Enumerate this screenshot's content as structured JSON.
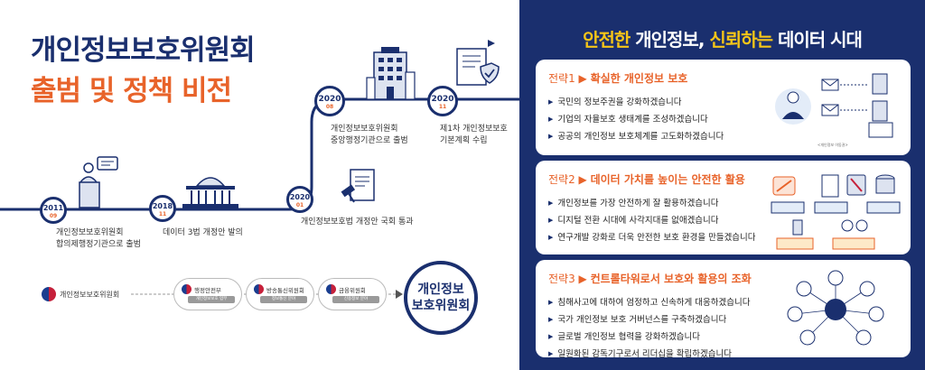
{
  "left": {
    "title_line1": "개인정보보호위원회",
    "title_line2": "출범 및 정책 비전",
    "timeline": [
      {
        "year": "2011",
        "month": "09",
        "label_line1": "개인정보보호위원회",
        "label_line2": "합의제행정기관으로 출범"
      },
      {
        "year": "2018",
        "month": "11",
        "label_line1": "데이터 3법 개정안 발의",
        "label_line2": ""
      },
      {
        "year": "2020",
        "month": "01",
        "label_line1": "개인정보보호법 개정안 국회 통과",
        "label_line2": ""
      },
      {
        "year": "2020",
        "month": "08",
        "label_line1": "개인정보보호위원회",
        "label_line2": "중앙행정기관으로 출범"
      },
      {
        "year": "2020",
        "month": "11",
        "label_line1": "제1차 개인정보보호",
        "label_line2": "기본계획 수립"
      }
    ],
    "orgs": {
      "origin": "개인정보보호위원회",
      "sources": [
        {
          "name": "행정안전부",
          "sub": "개인정보보호 업무"
        },
        {
          "name": "방송통신위원회",
          "sub": "정보통신 분야"
        },
        {
          "name": "금융위원회",
          "sub": "신용정보 분야"
        }
      ],
      "result_line1": "개인정보",
      "result_line2": "보호위원회"
    }
  },
  "right": {
    "title_part1": "안전한",
    "title_part2": " 개인정보, ",
    "title_part3": "신뢰하는",
    "title_part4": " 데이터 시대",
    "strategies": [
      {
        "label": "전략1 ▶ ",
        "heading": "확실한 개인정보 보호",
        "bullets": [
          "국민의 정보주권을 강화하겠습니다",
          "기업의 자율보호 생태계를 조성하겠습니다",
          "공공의 개인정보 보호체계를 고도화하겠습니다"
        ],
        "note": "<개인정보 이동권>"
      },
      {
        "label": "전략2 ▶ ",
        "heading": "데이터 가치를 높이는 안전한 활용",
        "bullets": [
          "개인정보를 가장 안전하게 잘 활용하겠습니다",
          "디지털 전환 시대에 사각지대를 없애겠습니다",
          "연구개발 강화로 더욱 안전한 보호 환경을 만들겠습니다"
        ]
      },
      {
        "label": "전략3 ▶ ",
        "heading": "컨트롤타워로서 보호와 활용의 조화",
        "bullets": [
          "침해사고에 대하여 엄정하고 신속하게 대응하겠습니다",
          "국가 개인정보 보호 거버넌스를 구축하겠습니다",
          "글로벌 개인정보 협력을 강화하겠습니다",
          "일원화된 감독기구로서 리더십을 확립하겠습니다"
        ]
      }
    ]
  },
  "colors": {
    "navy": "#1a2f6e",
    "orange": "#e8632a",
    "yellow": "#f5c518",
    "timeline_line": "#1a2f6e"
  }
}
